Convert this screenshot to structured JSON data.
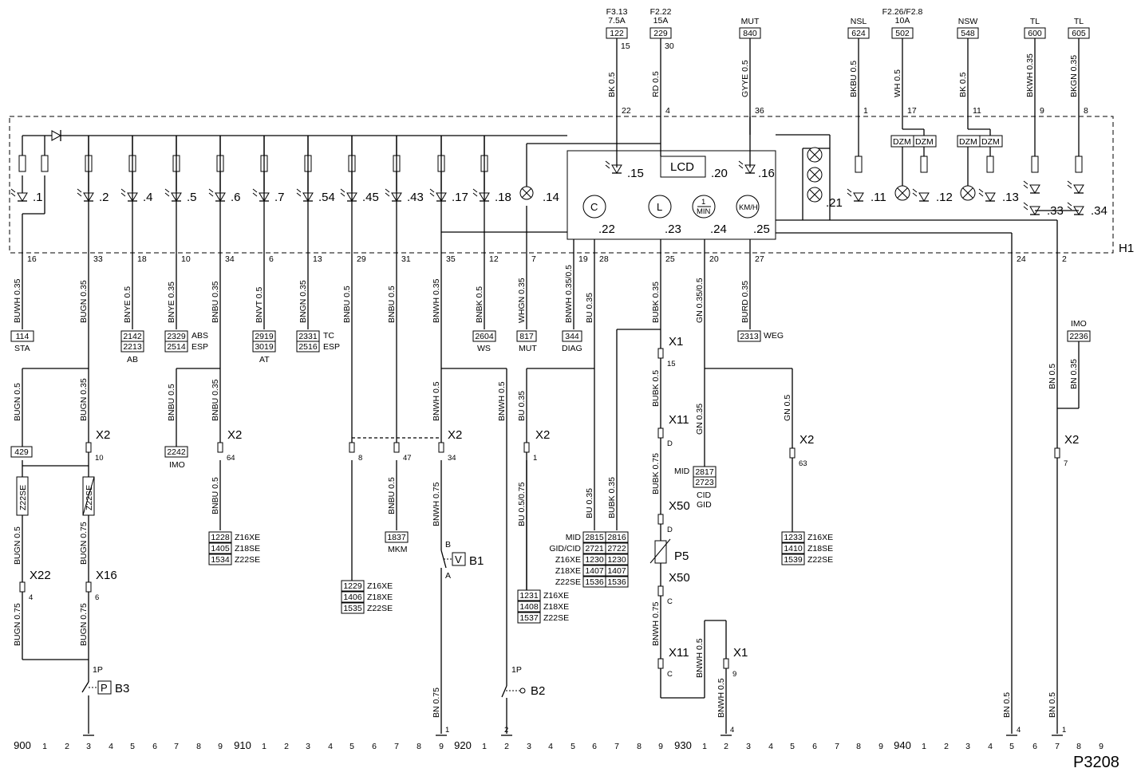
{
  "diagram_id": "P3208",
  "cluster": {
    "name": "H1",
    "lcd": "LCD"
  },
  "top_feeds": [
    {
      "label_lines": [
        "F3.13",
        "7.5A"
      ],
      "ref": "122",
      "pin": "15",
      "wire": "BK 0.5",
      "cpin": "22"
    },
    {
      "label_lines": [
        "F2.22",
        "15A"
      ],
      "ref": "229",
      "pin": "30",
      "wire": "RD 0.5",
      "cpin": "4"
    },
    {
      "label_lines": [
        "MUT"
      ],
      "ref": "840",
      "pin": "",
      "wire": "GYYE 0.5",
      "cpin": "36"
    },
    {
      "label_lines": [
        "NSL"
      ],
      "ref": "624",
      "pin": "",
      "wire": "BKBU 0.5",
      "cpin": "1"
    },
    {
      "label_lines": [
        "F2.26/F2.8",
        "10A"
      ],
      "ref": "502",
      "pin": "",
      "wire": "WH 0.5",
      "cpin": "17"
    },
    {
      "label_lines": [
        "NSW"
      ],
      "ref": "548",
      "pin": "",
      "wire": "BK 0.5",
      "cpin": "11"
    },
    {
      "label_lines": [
        "TL"
      ],
      "ref": "600",
      "pin": "",
      "wire": "BKWH 0.35",
      "cpin": "9"
    },
    {
      "label_lines": [
        "TL"
      ],
      "ref": "605",
      "pin": "",
      "wire": "BKGN 0.35",
      "cpin": "8"
    }
  ],
  "lamps_left": [
    ".1",
    ".2",
    ".4",
    ".5",
    ".6",
    ".7",
    ".54",
    ".45",
    ".43",
    ".17",
    ".18",
    ".14"
  ],
  "lamps_right": [
    ".15",
    ".16",
    ".21",
    ".11",
    ".12",
    ".13",
    ".33",
    ".34"
  ],
  "gauges": [
    {
      "symbol": "C",
      "pin": ".22"
    },
    {
      "symbol": "L",
      "pin": ".23"
    },
    {
      "symbol_top": "1",
      "symbol_bottom": "MIN",
      "pin": ".24"
    },
    {
      "symbol": "KM/H",
      "pin": ".25"
    }
  ],
  "lcd_pin": ".20",
  "dzm_label": "DZM",
  "bottom_pins": [
    "16",
    "33",
    "18",
    "10",
    "34",
    "6",
    "13",
    "29",
    "31",
    "35",
    "12",
    "7",
    "19",
    "28",
    "25",
    "20",
    "27",
    "24",
    "2"
  ],
  "wires_lower": [
    "BUWH 0.35",
    "BUGN 0.35",
    "BNYE 0.5",
    "BNYE 0.35",
    "BNBU 0.35",
    "BNVT 0.5",
    "BNGN 0.35",
    "BNBU 0.5",
    "BNBU 0.5",
    "BNWH 0.35",
    "BNBK 0.5",
    "WHGN 0.35",
    "BNWH 0.35/0.5",
    "BU 0.35",
    "BUBK 0.35",
    "GN 0.35/0.5",
    "BURD 0.35"
  ],
  "refs": {
    "sta": {
      "ref": "114",
      "label": "STA"
    },
    "ab": {
      "refs": [
        "2142",
        "2213"
      ],
      "label": "AB"
    },
    "abs_esp": {
      "refs": [
        "2329",
        "2514"
      ],
      "labels": [
        "ABS",
        "ESP"
      ]
    },
    "at": {
      "refs": [
        "2919",
        "3019"
      ],
      "label": "AT"
    },
    "tc_esp": {
      "refs": [
        "2331",
        "2516"
      ],
      "labels": [
        "TC",
        "ESP"
      ]
    },
    "ws": {
      "ref": "2604",
      "label": "WS"
    },
    "mut": {
      "ref": "817",
      "label": "MUT"
    },
    "diag": {
      "ref": "344",
      "label": "DIAG"
    },
    "weg": {
      "ref": "2313",
      "label": "WEG"
    },
    "imo_top": {
      "ref": "2236",
      "label": "IMO"
    },
    "r429": {
      "ref": "429"
    },
    "imo_2242": {
      "ref": "2242",
      "label": "IMO"
    },
    "mid_cid": {
      "refs": [
        "2817",
        "2723"
      ],
      "labels": [
        "MID",
        "CID",
        "GID"
      ]
    },
    "group_bnbu": {
      "refs": [
        "1228",
        "1405",
        "1534"
      ],
      "labels": [
        "Z16XE",
        "Z18SE",
        "Z22SE"
      ]
    },
    "group_mkm": {
      "ref": "1837",
      "label": "MKM"
    },
    "group_1229": {
      "refs": [
        "1229",
        "1406",
        "1535"
      ],
      "labels": [
        "Z16XE",
        "Z18XE",
        "Z22SE"
      ]
    },
    "group_1231": {
      "refs": [
        "1231",
        "1408",
        "1537"
      ],
      "labels": [
        "Z16XE",
        "Z18XE",
        "Z22SE"
      ]
    },
    "group_mid": {
      "refs_left": [
        "2815",
        "2721",
        "1230",
        "1407",
        "1536"
      ],
      "refs_right": [
        "2816",
        "2722"
      ],
      "labels": [
        "MID",
        "GID/CID",
        "Z16XE",
        "Z18XE",
        "Z22SE"
      ]
    },
    "group_gn": {
      "refs": [
        "1233",
        "1410",
        "1539"
      ],
      "labels": [
        "Z16XE",
        "Z18SE",
        "Z22SE"
      ]
    }
  },
  "connectors": {
    "x1": "X1",
    "x2": "X2",
    "x11": "X11",
    "x16": "X16",
    "x22": "X22",
    "x50": "X50"
  },
  "components": {
    "b1": "B1",
    "b2": "B2",
    "b3": "B3",
    "p5": "P5",
    "v": "V",
    "p": "P",
    "z22se": "Z22SE",
    "one_p": "1P",
    "a": "A",
    "b": "B"
  },
  "bottom_scale": [
    "900",
    "1",
    "2",
    "3",
    "4",
    "5",
    "6",
    "7",
    "8",
    "9",
    "910",
    "1",
    "2",
    "3",
    "4",
    "5",
    "6",
    "7",
    "8",
    "9",
    "920",
    "1",
    "2",
    "3",
    "4",
    "5",
    "6",
    "7",
    "8",
    "9",
    "930",
    "1",
    "2",
    "3",
    "4",
    "5",
    "6",
    "7",
    "8",
    "9",
    "940",
    "1",
    "2",
    "3",
    "4",
    "5",
    "6",
    "7",
    "8",
    "9"
  ]
}
